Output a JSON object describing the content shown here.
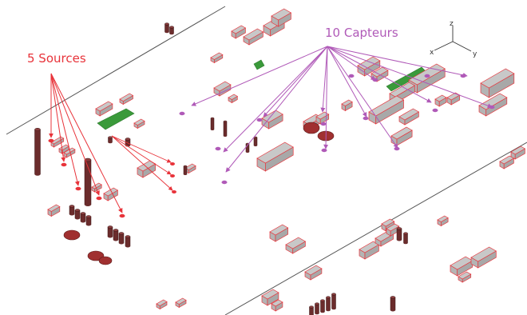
{
  "annotations": {
    "sources_label": "5 Sources",
    "capteurs_label": "10 Capteurs"
  },
  "axes": {
    "z": "z",
    "x": "x",
    "y": "y"
  },
  "colors": {
    "source": "#e8333a",
    "capteur": "#b05ab8",
    "building_fill": "#c8c8c8",
    "building_edge": "#e8333a",
    "chimney": "#6b2c2c",
    "green_zone": "#3a9a3a",
    "road": "#555555"
  }
}
